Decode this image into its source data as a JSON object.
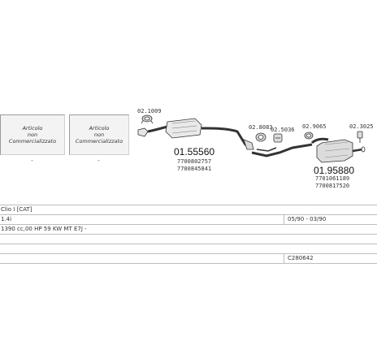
{
  "boxes": {
    "left": {
      "line1": "Articolo",
      "line2": "non",
      "line3": "Commercializzato"
    },
    "right": {
      "line1": "Articolo",
      "line2": "non",
      "line3": "Commercializzato"
    }
  },
  "dashes": {
    "left": "-",
    "right": "-"
  },
  "parts": {
    "clamp_small": "02.1009",
    "front_pipe": "01.55560",
    "front_pipe_ref1": "7700802757",
    "front_pipe_ref2": "7700845841",
    "gasket": "02.8083",
    "clamp_mid": "02.5036",
    "clamp_rear": "02.9065",
    "hanger": "02.3025",
    "rear_silencer": "01.95880",
    "rear_silencer_ref1": "7701061189",
    "rear_silencer_ref2": "7700817520"
  },
  "info": {
    "model": "Clio I [CAT]",
    "engine": "1.4i",
    "spec": "1390 cc,00 HP 59 KW MT E7J -",
    "years": "05/90 - 03/90",
    "code": "C280642"
  }
}
